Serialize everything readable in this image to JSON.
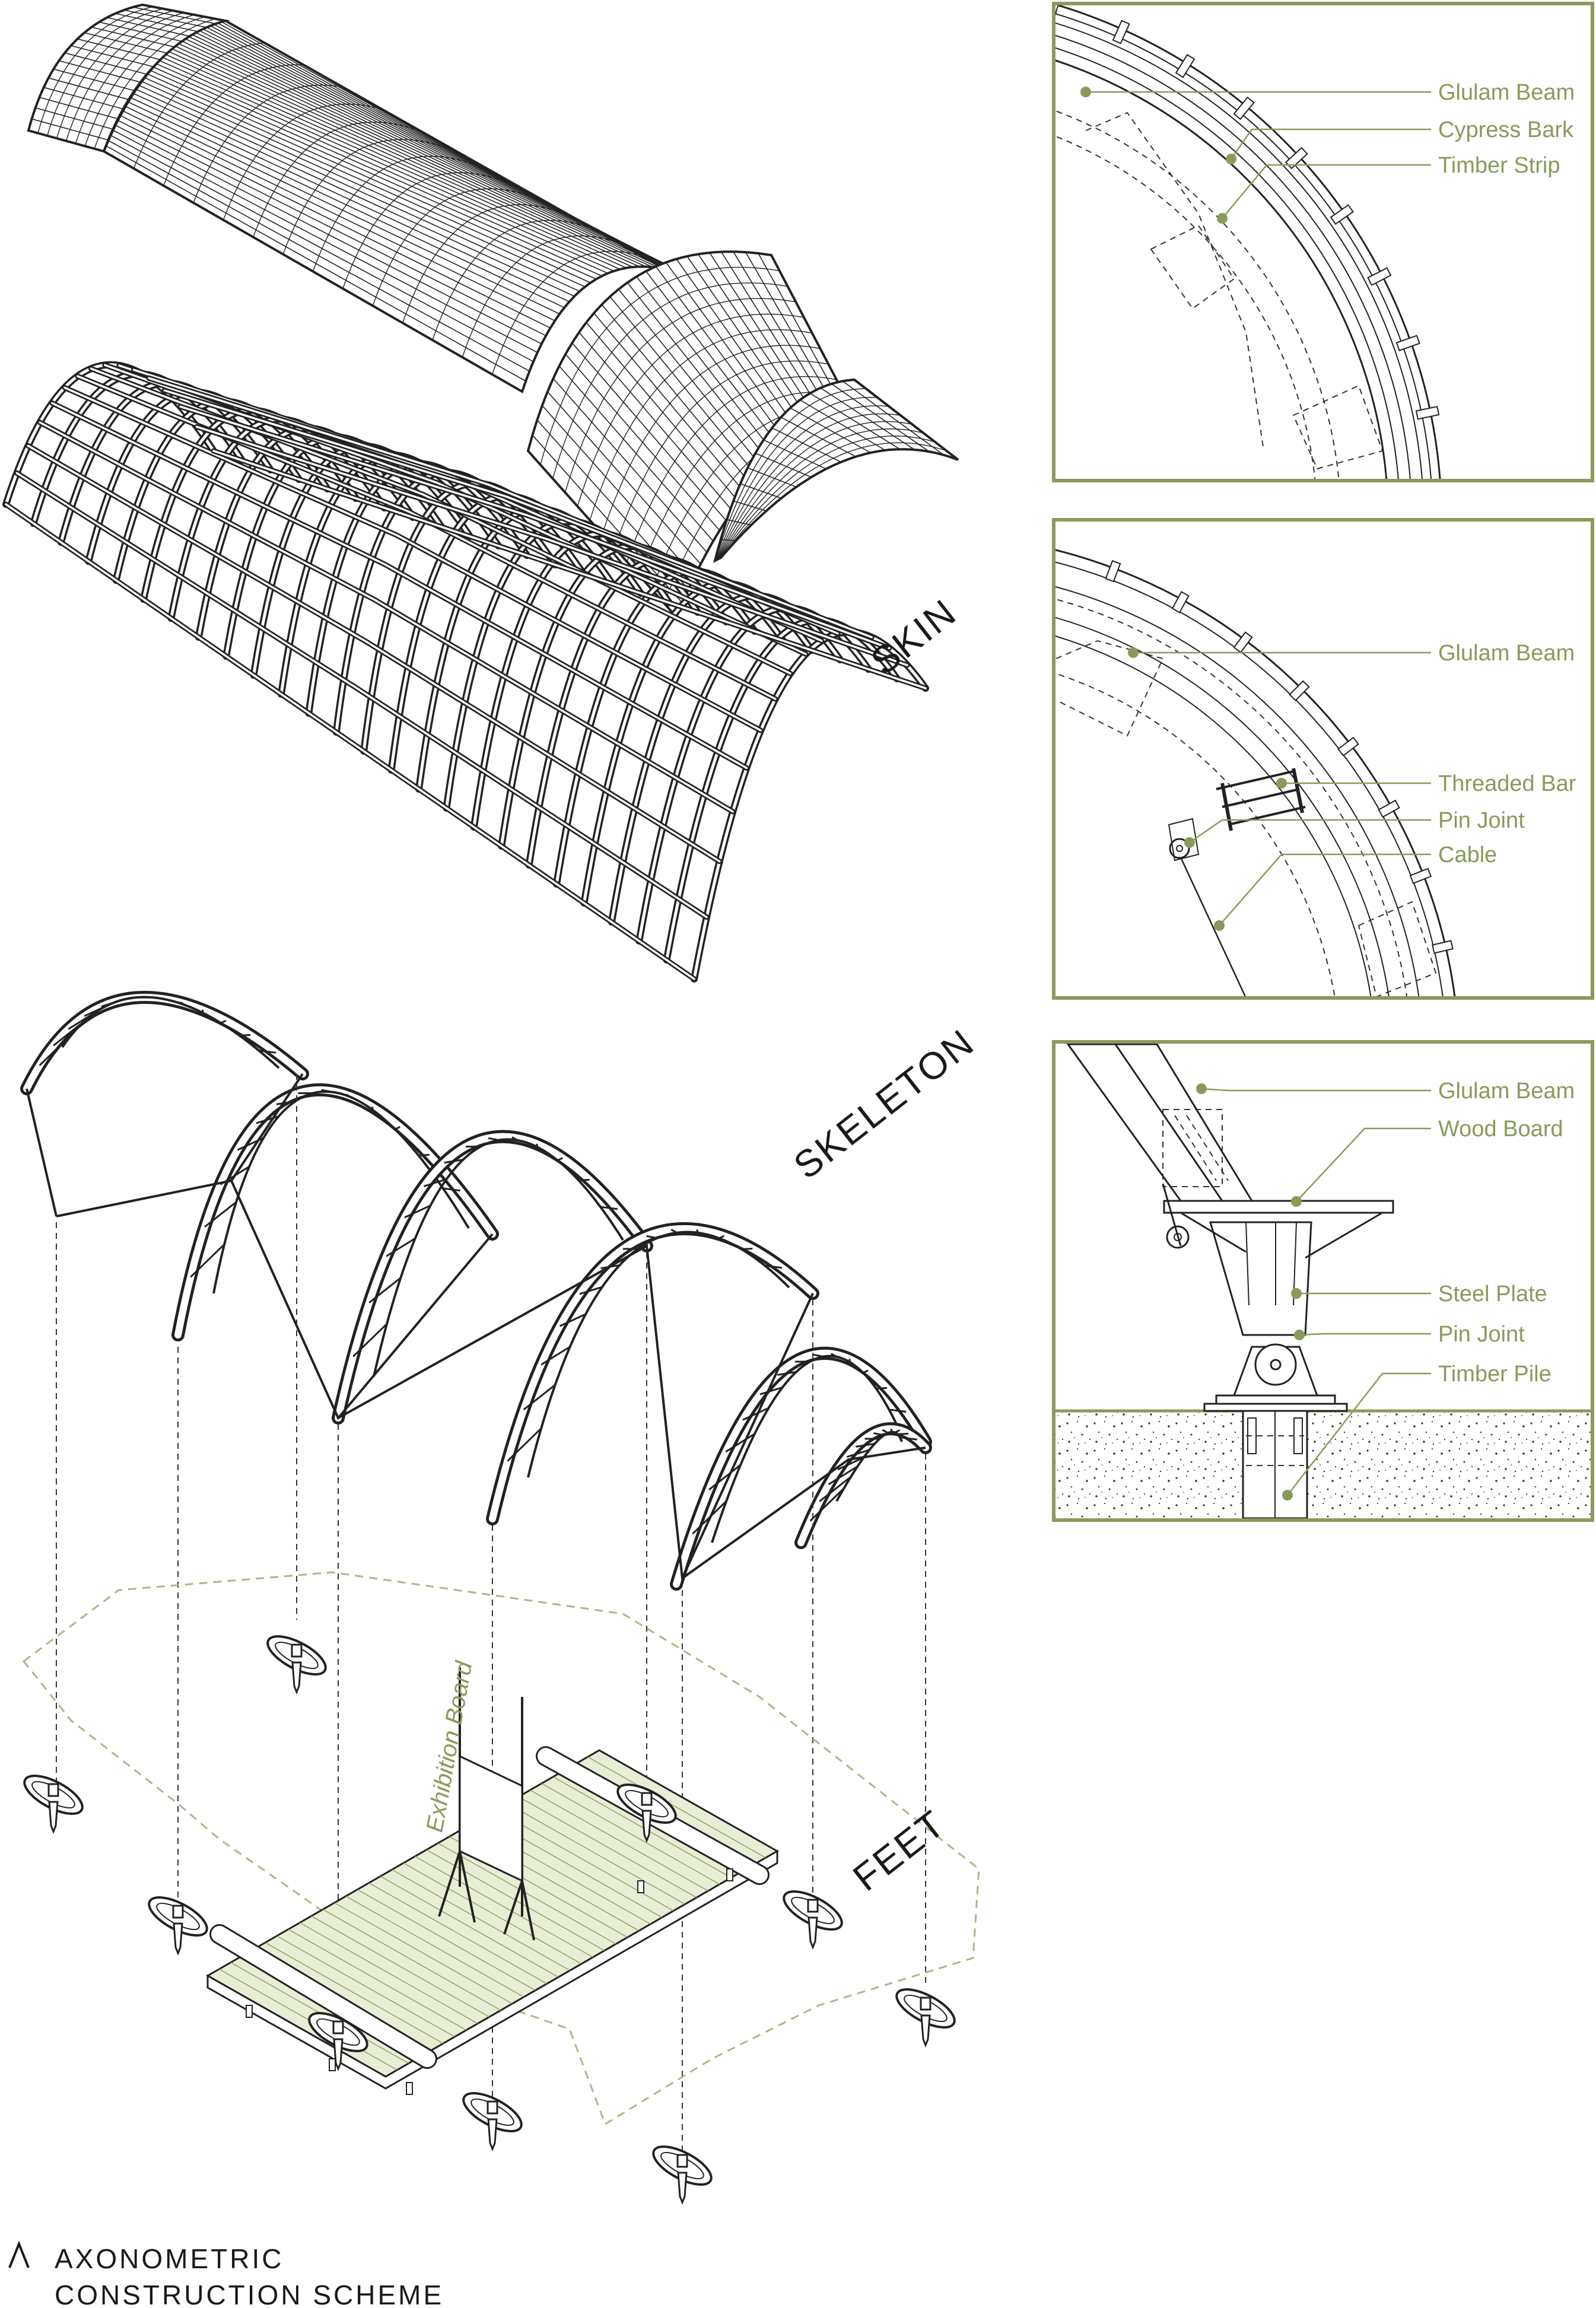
{
  "layers": {
    "skin": "SKIN",
    "skeleton": "SKELETON",
    "feet": "FEET"
  },
  "exhibition_board_label": "Exhibition Board",
  "caption": {
    "line1": "AXONOMETRIC",
    "line2": "CONSTRUCTION SCHEME"
  },
  "details": [
    {
      "id": "skin-detail",
      "labels": [
        "Glulam Beam",
        "Cypress Bark",
        "Timber Strip"
      ]
    },
    {
      "id": "skeleton-detail",
      "labels": [
        "Glulam Beam",
        "Threaded Bar",
        "Pin Joint",
        "Cable"
      ]
    },
    {
      "id": "feet-detail",
      "labels": [
        "Glulam Beam",
        "Wood Board",
        "Steel Plate",
        "Pin Joint",
        "Timber Pile"
      ]
    }
  ],
  "colors": {
    "accent": "#8a9a5b",
    "ink": "#222222",
    "deck_fill": "#e8eed6"
  },
  "icons": {
    "caption_mark": "caret-up-icon"
  }
}
